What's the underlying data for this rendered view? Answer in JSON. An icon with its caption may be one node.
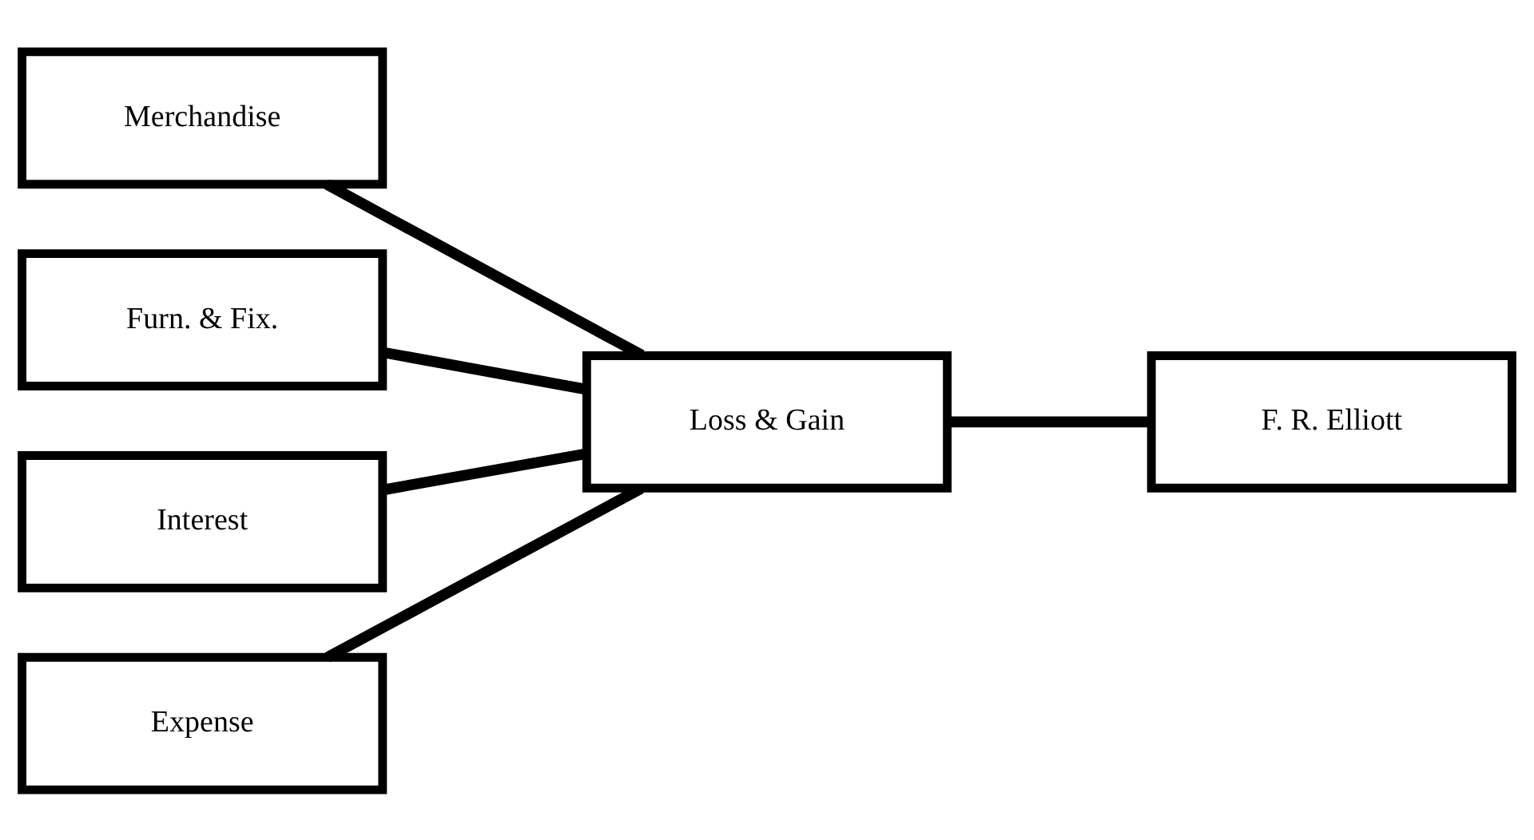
{
  "diagram": {
    "nodes": [
      {
        "text": [
          "Merchandise"
        ]
      },
      {
        "text": [
          "Furn. & Fix."
        ]
      },
      {
        "text": [
          "Interest"
        ]
      },
      {
        "text": [
          "Expense"
        ]
      },
      {
        "text": [
          "Loss & Gain"
        ]
      },
      {
        "text": [
          "F. R. Elliott"
        ]
      }
    ],
    "edges": [
      {
        "from": 0,
        "to": 4,
        "arrow": "none"
      },
      {
        "from": 1,
        "to": 4,
        "arrow": "none"
      },
      {
        "from": 2,
        "to": 4,
        "arrow": "none"
      },
      {
        "from": 3,
        "to": 4,
        "arrow": "none"
      },
      {
        "from": 4,
        "to": 5,
        "arrow": "none"
      }
    ]
  }
}
